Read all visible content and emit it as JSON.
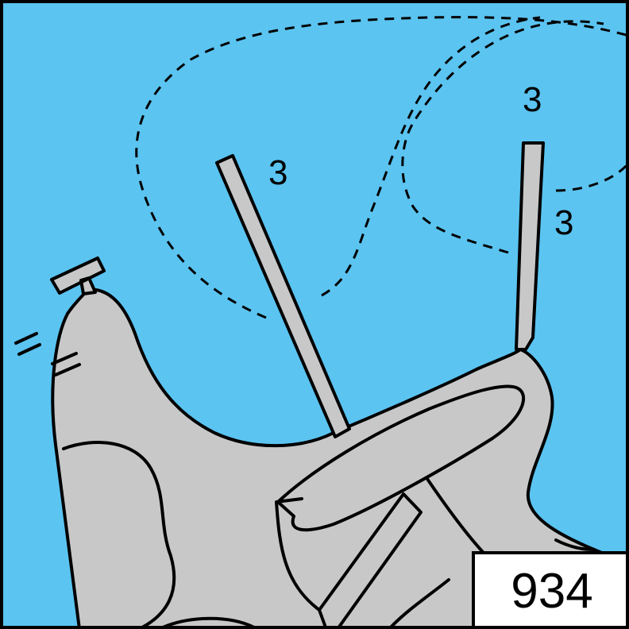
{
  "colors": {
    "water": "#5bc4f1",
    "land": "#c8c8c8",
    "outline": "#000000",
    "label_box": "#ffffff"
  },
  "depth_labels": [
    "3",
    "3",
    "3"
  ],
  "sheet_number": "934"
}
